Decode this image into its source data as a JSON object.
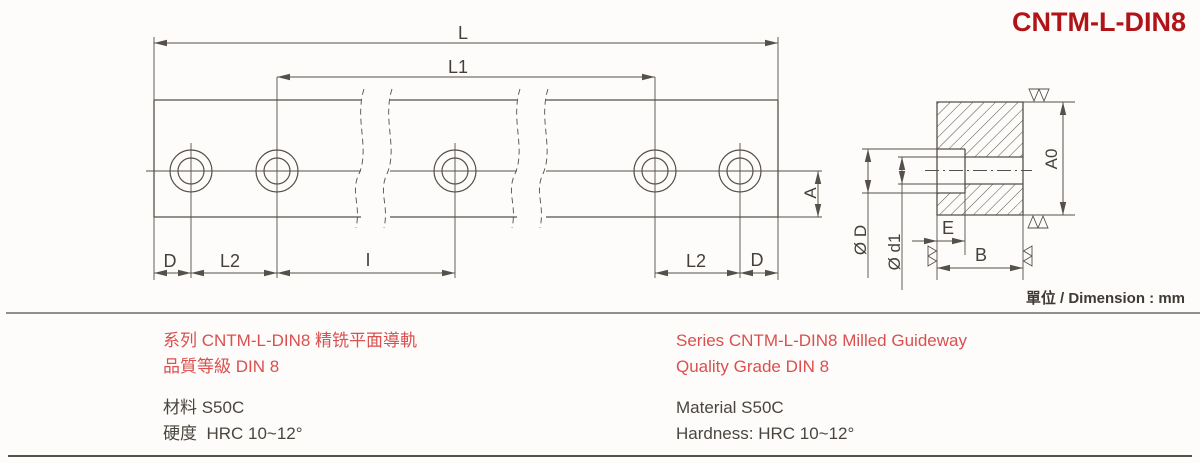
{
  "header": {
    "title": "CNTM-L-DIN8"
  },
  "drawing": {
    "units_note": "單位 / Dimension : mm",
    "labels": {
      "L": "L",
      "L1": "L1",
      "D": "D",
      "L2": "L2",
      "I": "I",
      "A": "A",
      "dia_D": "Ø D",
      "dia_d1": "Ø d1",
      "E": "E",
      "B": "B",
      "A0": "A0"
    }
  },
  "specs": {
    "zh": {
      "series": "系列 CNTM-L-DIN8 精铣平面導軌",
      "grade": "品質等級 DIN 8",
      "material": "材料 S50C",
      "hardness": "硬度  HRC 10~12°"
    },
    "en": {
      "series": "Series CNTM-L-DIN8 Milled Guideway",
      "grade": "Quality Grade DIN 8",
      "material": "Material S50C",
      "hardness": "Hardness: HRC 10~12°"
    }
  },
  "colors": {
    "title_red": "#b11418",
    "text_red": "#d9504f",
    "line": "#55504a",
    "text_dark": "#4a453f"
  }
}
